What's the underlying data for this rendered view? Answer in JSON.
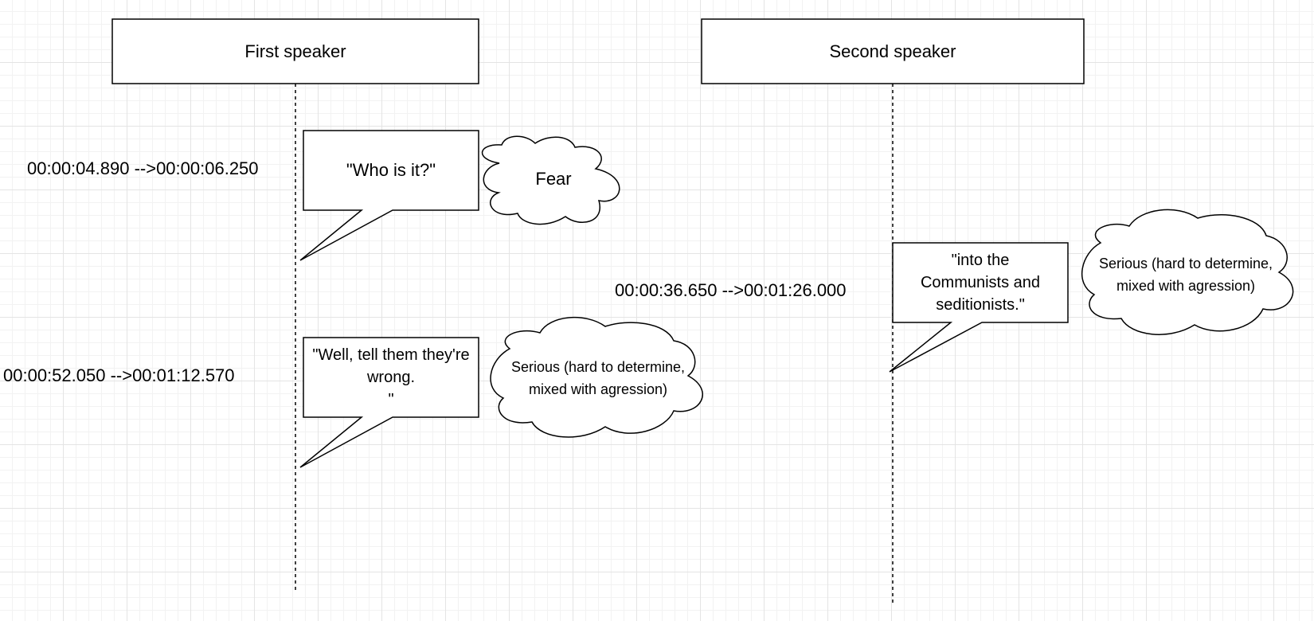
{
  "speakers": [
    {
      "name": "First speaker"
    },
    {
      "name": "Second speaker"
    }
  ],
  "utterances": [
    {
      "speaker": "First speaker",
      "timestamp": "00:00:04.890 -->00:00:06.250",
      "quote": "\"Who is it?\"",
      "emotion": "Fear"
    },
    {
      "speaker": "First speaker",
      "timestamp": "00:00:52.050 -->00:01:12.570",
      "quote": "\"Well, tell them they're wrong.\n\"",
      "emotion": "Serious (hard to determine, mixed with agression)"
    },
    {
      "speaker": "Second speaker",
      "timestamp": "00:00:36.650 -->00:01:26.000",
      "quote": "\"into the Communists and seditionists.\"",
      "emotion": "Serious (hard to determine, mixed with agression)"
    }
  ]
}
